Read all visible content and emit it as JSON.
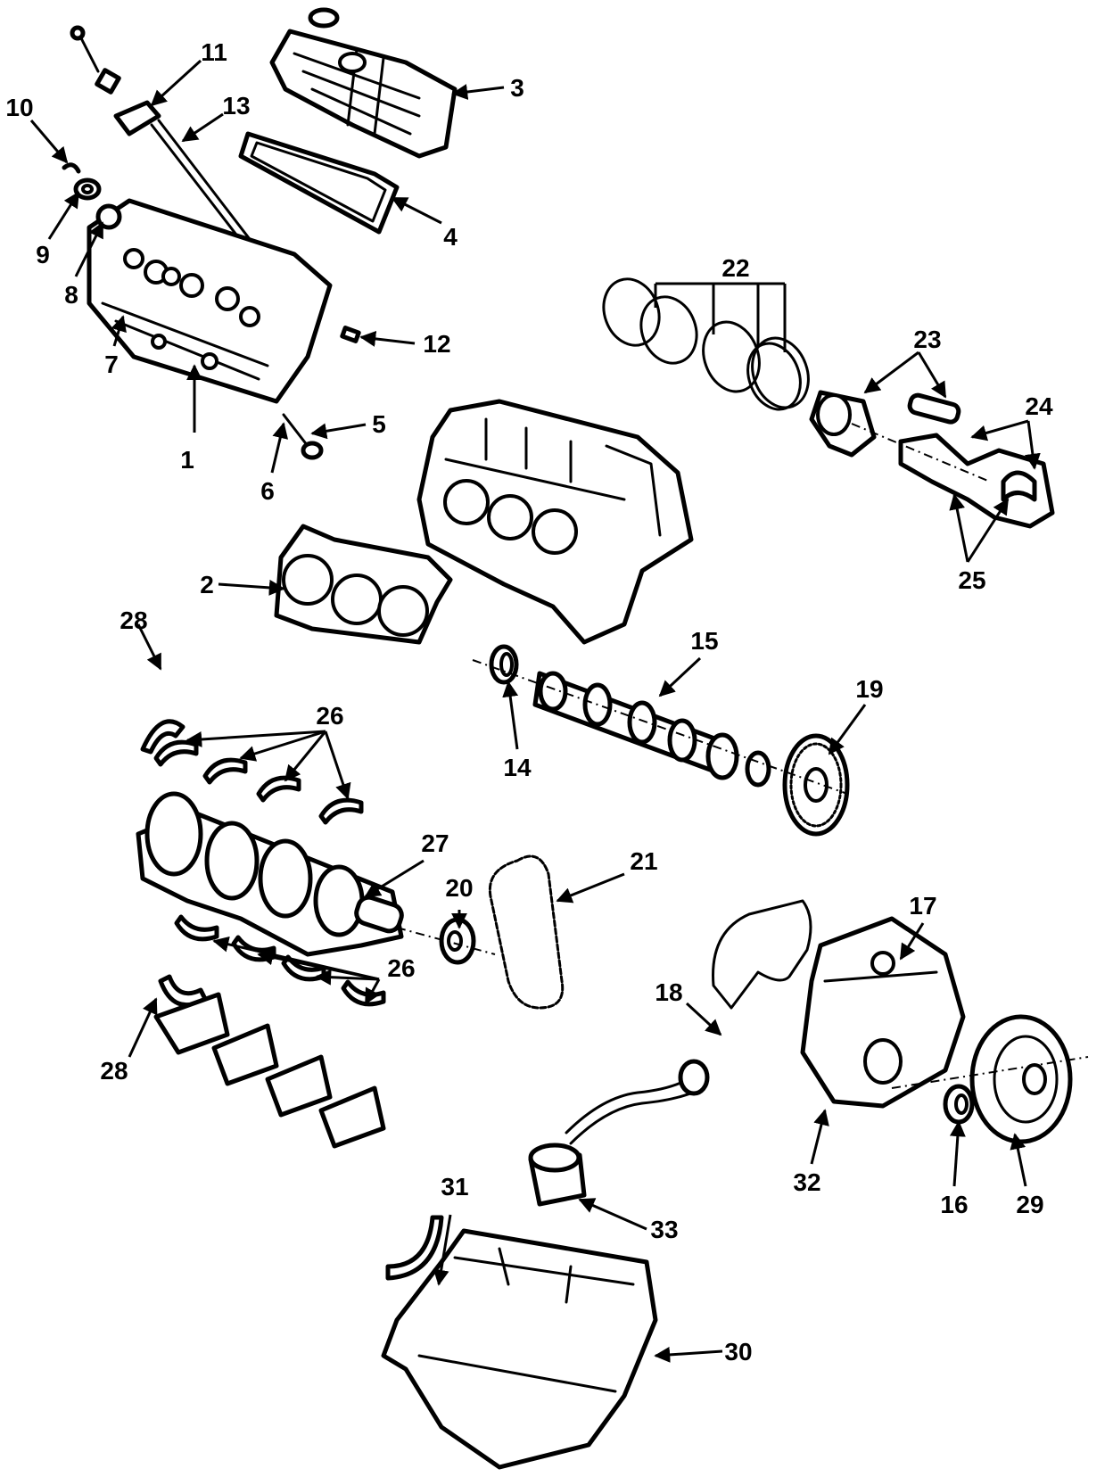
{
  "callouts": {
    "c1": "1",
    "c2": "2",
    "c3": "3",
    "c4": "4",
    "c5": "5",
    "c6": "6",
    "c7": "7",
    "c8": "8",
    "c9": "9",
    "c10": "10",
    "c11": "11",
    "c12": "12",
    "c13": "13",
    "c14": "14",
    "c15": "15",
    "c16": "16",
    "c17": "17",
    "c18": "18",
    "c19": "19",
    "c20": "20",
    "c21": "21",
    "c22": "22",
    "c23": "23",
    "c24": "24",
    "c25": "25",
    "c26a": "26",
    "c26b": "26",
    "c27": "27",
    "c28a": "28",
    "c28b": "28",
    "c29": "29",
    "c30": "30",
    "c31": "31",
    "c32": "32",
    "c33": "33"
  }
}
